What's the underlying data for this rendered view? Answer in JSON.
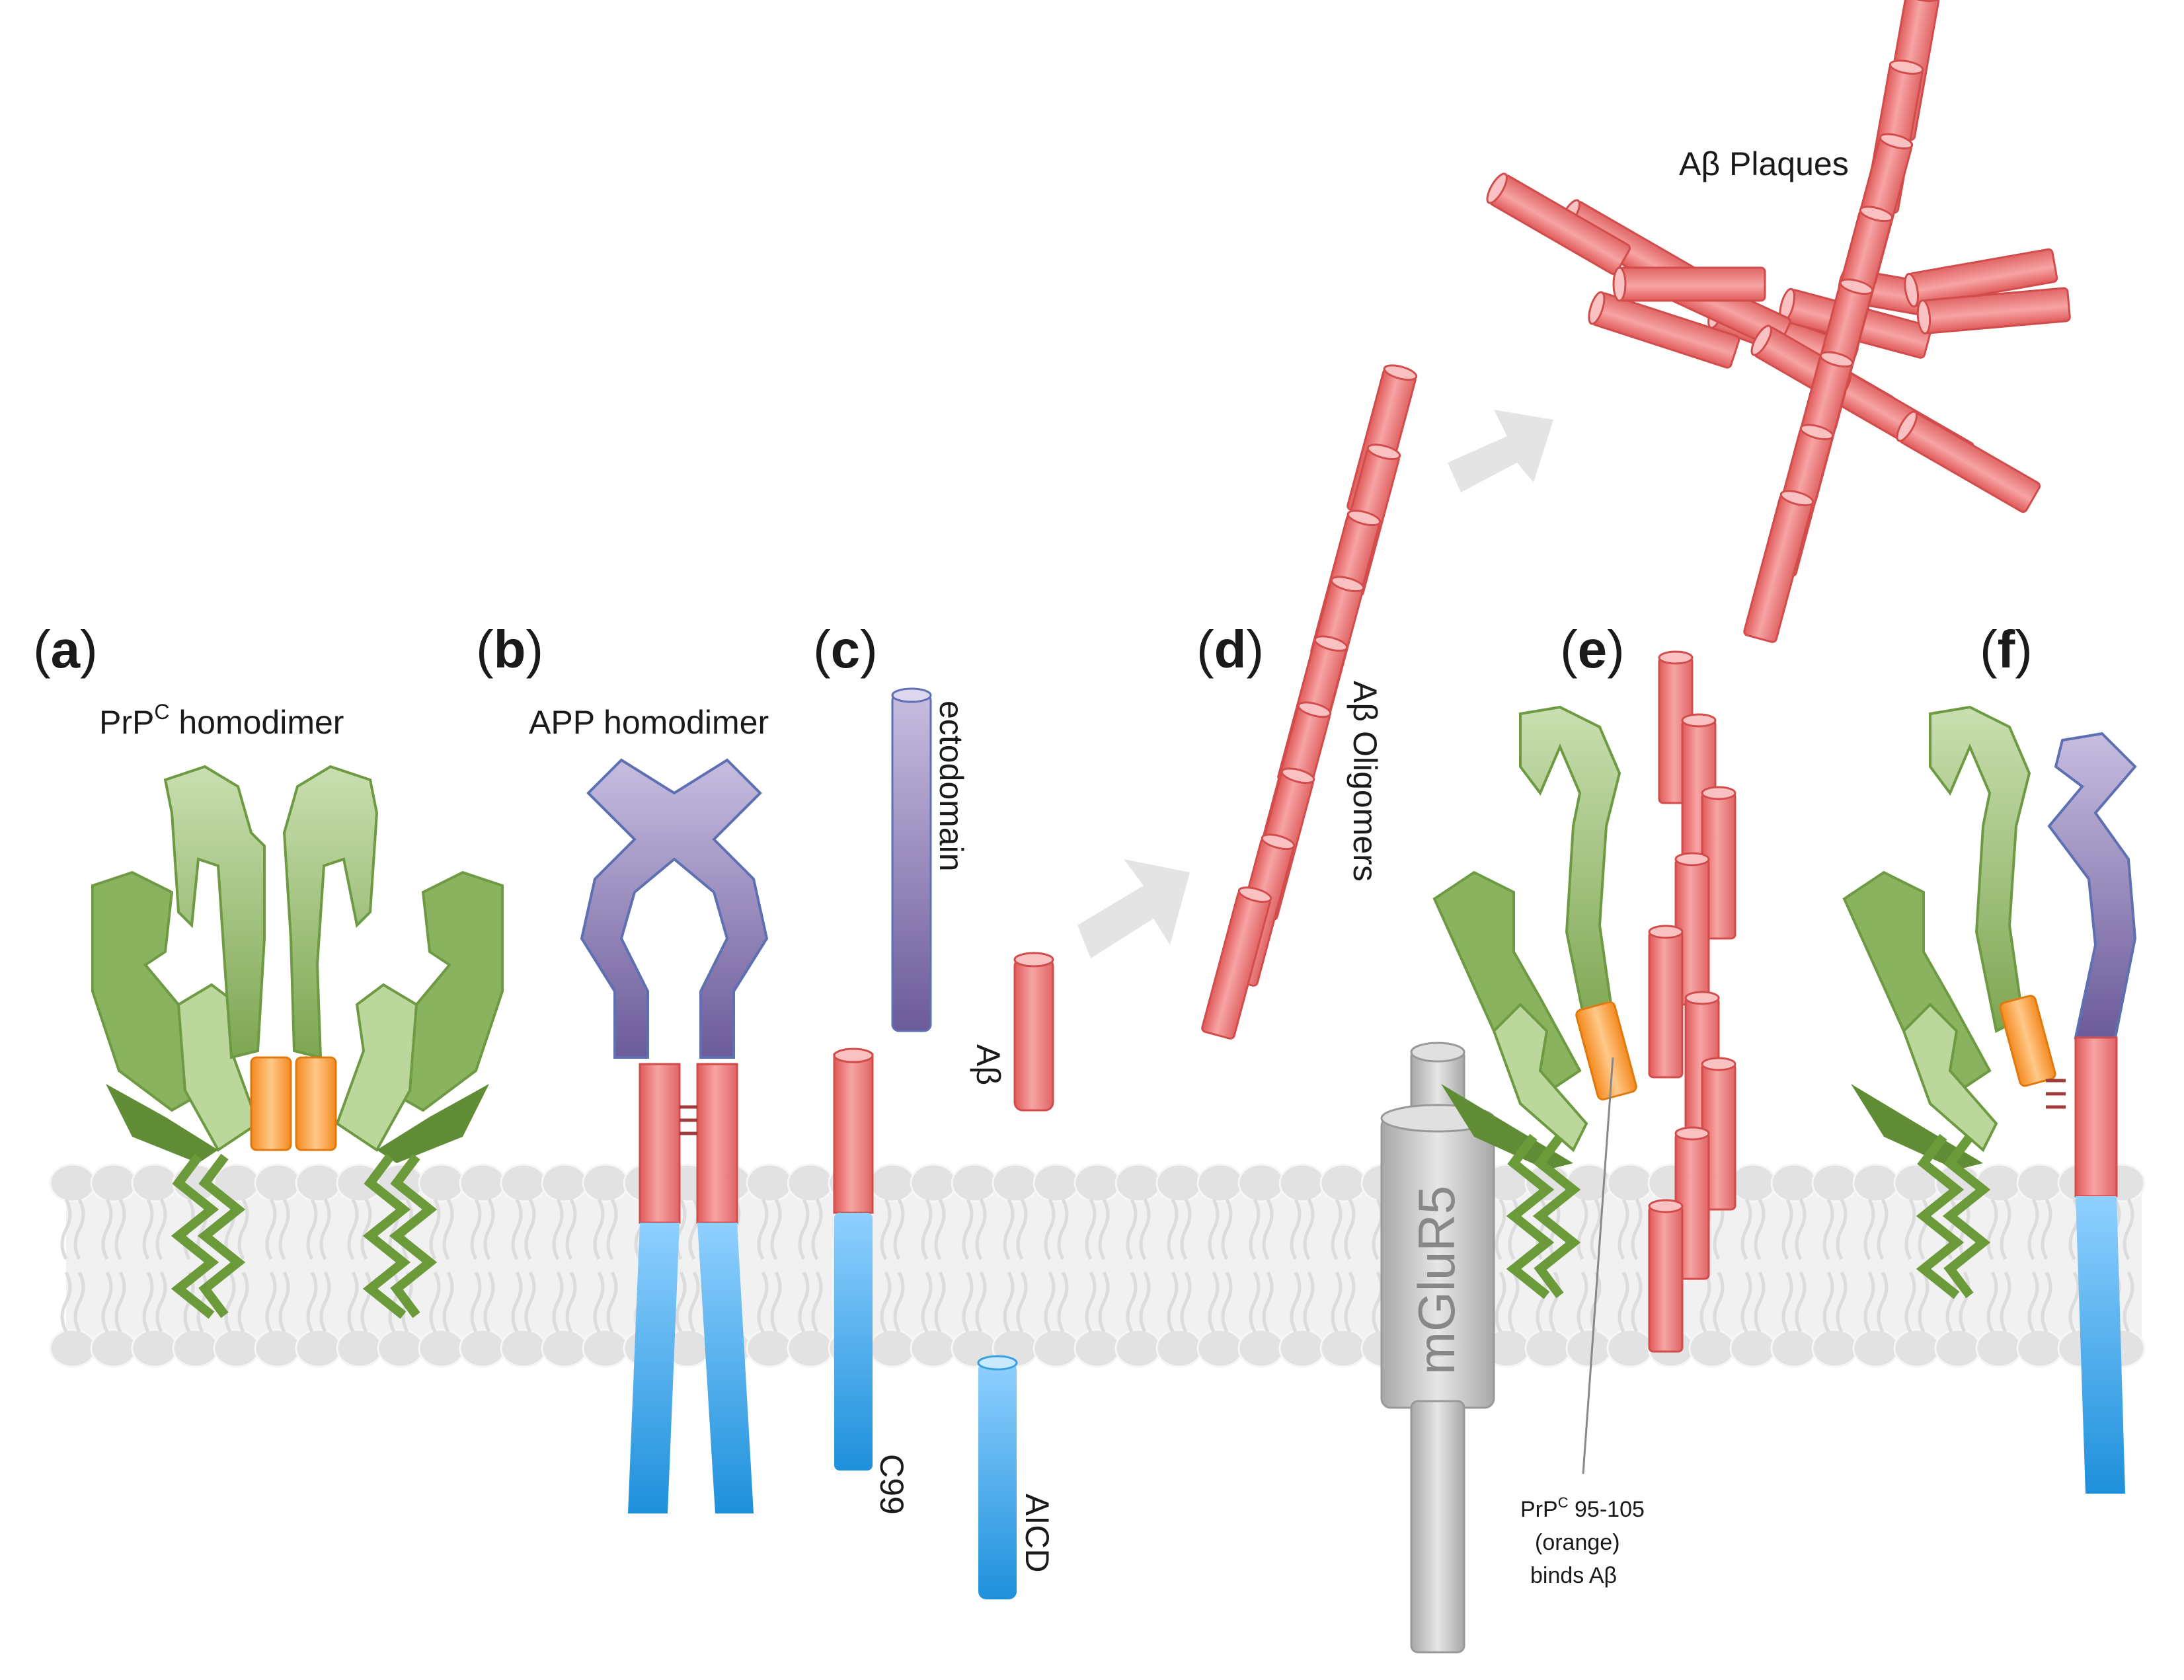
{
  "panels": {
    "a": {
      "label": "a",
      "caption_main": "PrP",
      "caption_sup": "C",
      "caption_rest": " homodimer"
    },
    "b": {
      "label": "b",
      "caption": "APP homodimer"
    },
    "c": {
      "label": "c",
      "ectodomain": "ectodomain",
      "abeta": "Aβ",
      "c99": "C99",
      "aicd": "AICD"
    },
    "d": {
      "label": "d",
      "oligomers": "Aβ Oligomers"
    },
    "e": {
      "label": "e",
      "mglur5": "mGluR5",
      "note_line1_main": "PrP",
      "note_line1_sup": "C",
      "note_line1_rest": " 95-105",
      "note_line2": "(orange)",
      "note_line3": "binds Aβ"
    },
    "f": {
      "label": "f"
    }
  },
  "plaques": "Aβ Plaques",
  "colors": {
    "prion_green": "#8fb56a",
    "prion_green_dark": "#5e8b36",
    "orange": "#f7941d",
    "app_purple": "#9080b8",
    "app_blue": "#2e9fe0",
    "abeta_red": "#ef7b7b",
    "membrane": "#e0e0e0",
    "arrow_gray": "#e2e2e2",
    "receptor_gray": "#bdbdbd"
  }
}
